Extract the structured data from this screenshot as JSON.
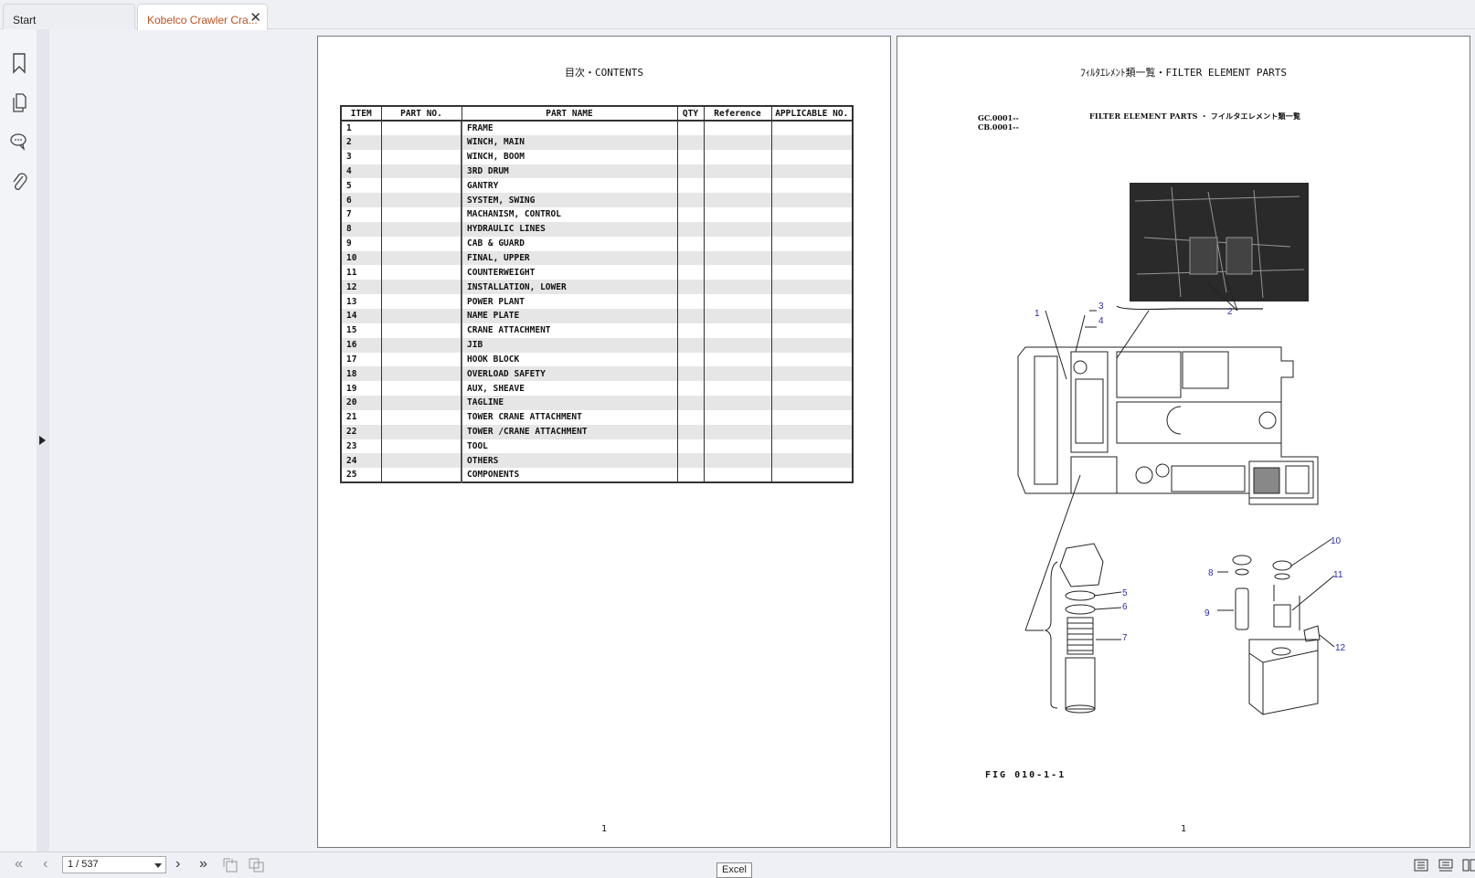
{
  "tabs": [
    {
      "label": "Start",
      "active": false
    },
    {
      "label": "Kobelco Crawler Cra...",
      "active": true,
      "close_icon": "close-icon"
    }
  ],
  "left_sidebar": {
    "icons": [
      "bookmark-icon",
      "pages-icon",
      "comments-icon",
      "attachment-icon"
    ],
    "expand_icon": "expand-panel-icon"
  },
  "page_left": {
    "title": "目次・CONTENTS",
    "table": {
      "columns": [
        "ITEM",
        "PART NO.",
        "PART NAME",
        "QTY",
        "Reference",
        "APPLICABLE NO."
      ],
      "rows": [
        {
          "item": "1",
          "part_name": "FRAME"
        },
        {
          "item": "2",
          "part_name": "WINCH, MAIN"
        },
        {
          "item": "3",
          "part_name": "WINCH, BOOM"
        },
        {
          "item": "4",
          "part_name": "3RD DRUM"
        },
        {
          "item": "5",
          "part_name": "GANTRY"
        },
        {
          "item": "6",
          "part_name": "SYSTEM, SWING"
        },
        {
          "item": "7",
          "part_name": "MACHANISM, CONTROL"
        },
        {
          "item": "8",
          "part_name": "HYDRAULIC LINES"
        },
        {
          "item": "9",
          "part_name": "CAB & GUARD"
        },
        {
          "item": "10",
          "part_name": "FINAL, UPPER"
        },
        {
          "item": "11",
          "part_name": "COUNTERWEIGHT"
        },
        {
          "item": "12",
          "part_name": "INSTALLATION, LOWER"
        },
        {
          "item": "13",
          "part_name": "POWER PLANT"
        },
        {
          "item": "14",
          "part_name": "NAME PLATE"
        },
        {
          "item": "15",
          "part_name": "CRANE ATTACHMENT"
        },
        {
          "item": "16",
          "part_name": "JIB"
        },
        {
          "item": "17",
          "part_name": "HOOK BLOCK"
        },
        {
          "item": "18",
          "part_name": "OVERLOAD SAFETY"
        },
        {
          "item": "19",
          "part_name": "AUX, SHEAVE"
        },
        {
          "item": "20",
          "part_name": "TAGLINE"
        },
        {
          "item": "21",
          "part_name": "TOWER CRANE ATTACHMENT"
        },
        {
          "item": "22",
          "part_name": "TOWER /CRANE ATTACHMENT"
        },
        {
          "item": "23",
          "part_name": "TOOL"
        },
        {
          "item": "24",
          "part_name": "OTHERS"
        },
        {
          "item": "25",
          "part_name": "COMPONENTS"
        }
      ]
    },
    "page_number": "1"
  },
  "page_right": {
    "title": "ﾌｨﾙﾀｴﾚﾒﾝﾄ類一覧・FILTER ELEMENT PARTS",
    "codes": [
      "GC.0001--",
      "CB.0001--"
    ],
    "subheading": "FILTER ELEMENT PARTS  ・  フイルタエレメント類一覧",
    "callouts": [
      "1",
      "2",
      "3",
      "4",
      "5",
      "6",
      "7",
      "8",
      "9",
      "10",
      "11",
      "12"
    ],
    "figure_label": "FIG 010-1-1",
    "page_number": "1"
  },
  "bottom_bar": {
    "first_page_icon": "first-page-icon",
    "prev_page_icon": "prev-page-icon",
    "page_indicator": "1 / 537",
    "next_page_icon": "next-page-icon",
    "last_page_icon": "last-page-icon",
    "tooltip": "Excel",
    "view_icons": [
      "single-page-view-icon",
      "continuous-view-icon",
      "two-page-view-icon"
    ]
  }
}
